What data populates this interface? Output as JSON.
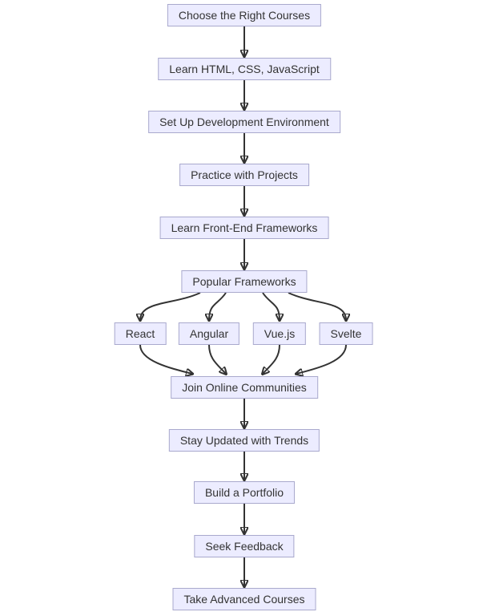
{
  "diagram": {
    "type": "flowchart",
    "direction": "top-down",
    "background_color": "#ffffff",
    "node_style": {
      "fill": "#ECECFF",
      "border": "#A9A9CD",
      "text_color": "#333333"
    },
    "edge_style": {
      "stroke": "#333333",
      "arrowhead": "filled-triangle"
    },
    "nodes": [
      {
        "id": "choose",
        "label": "Choose the Right Courses"
      },
      {
        "id": "learn_basics",
        "label": "Learn HTML, CSS, JavaScript"
      },
      {
        "id": "setup_env",
        "label": "Set Up Development Environment"
      },
      {
        "id": "practice",
        "label": "Practice with Projects"
      },
      {
        "id": "learn_frameworks",
        "label": "Learn Front-End Frameworks"
      },
      {
        "id": "popular",
        "label": "Popular Frameworks"
      },
      {
        "id": "react",
        "label": "React"
      },
      {
        "id": "angular",
        "label": "Angular"
      },
      {
        "id": "vue",
        "label": "Vue.js"
      },
      {
        "id": "svelte",
        "label": "Svelte"
      },
      {
        "id": "join",
        "label": "Join Online Communities"
      },
      {
        "id": "stay_updated",
        "label": "Stay Updated with Trends"
      },
      {
        "id": "portfolio",
        "label": "Build a Portfolio"
      },
      {
        "id": "feedback",
        "label": "Seek Feedback"
      },
      {
        "id": "advanced",
        "label": "Take Advanced Courses"
      }
    ],
    "edges": [
      {
        "from": "choose",
        "to": "learn_basics"
      },
      {
        "from": "learn_basics",
        "to": "setup_env"
      },
      {
        "from": "setup_env",
        "to": "practice"
      },
      {
        "from": "practice",
        "to": "learn_frameworks"
      },
      {
        "from": "learn_frameworks",
        "to": "popular"
      },
      {
        "from": "popular",
        "to": "react"
      },
      {
        "from": "popular",
        "to": "angular"
      },
      {
        "from": "popular",
        "to": "vue"
      },
      {
        "from": "popular",
        "to": "svelte"
      },
      {
        "from": "react",
        "to": "join"
      },
      {
        "from": "angular",
        "to": "join"
      },
      {
        "from": "vue",
        "to": "join"
      },
      {
        "from": "svelte",
        "to": "join"
      },
      {
        "from": "join",
        "to": "stay_updated"
      },
      {
        "from": "stay_updated",
        "to": "portfolio"
      },
      {
        "from": "portfolio",
        "to": "seek_feedback_edge"
      },
      {
        "from": "feedback",
        "to": "advanced"
      }
    ]
  }
}
